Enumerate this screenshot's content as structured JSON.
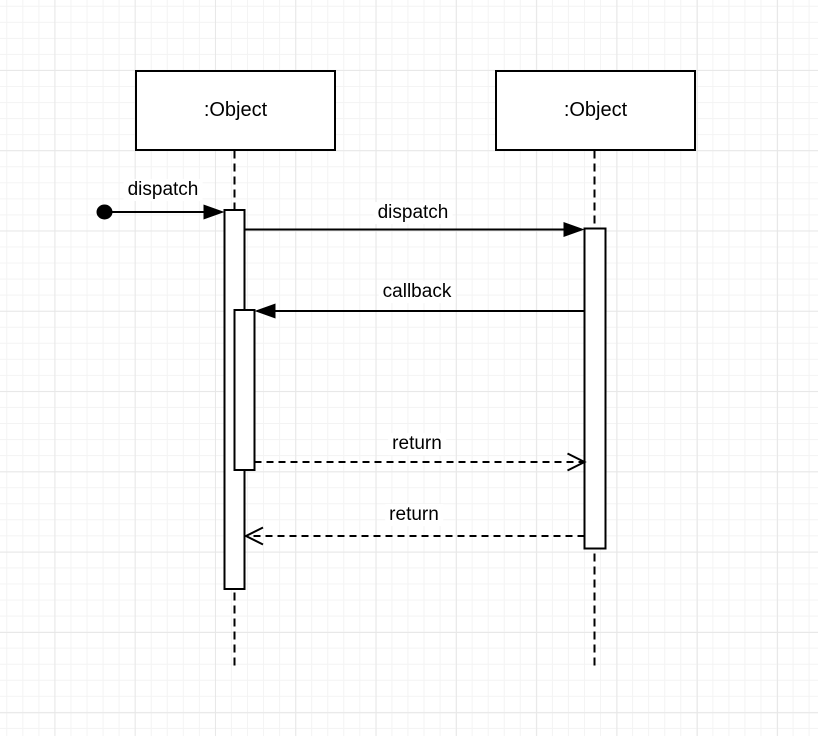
{
  "diagram": {
    "type": "uml-sequence-diagram",
    "objects": [
      {
        "label": ":Object"
      },
      {
        "label": ":Object"
      }
    ],
    "messages": [
      {
        "label": "dispatch",
        "style": "solid",
        "arrowhead": "filled",
        "direction": "right",
        "from": "found-message-start",
        "to": "object-1"
      },
      {
        "label": "dispatch",
        "style": "solid",
        "arrowhead": "filled",
        "direction": "right",
        "from": "object-1",
        "to": "object-2"
      },
      {
        "label": "callback",
        "style": "solid",
        "arrowhead": "filled",
        "direction": "left",
        "from": "object-2",
        "to": "object-1"
      },
      {
        "label": "return",
        "style": "dashed",
        "arrowhead": "open",
        "direction": "right",
        "from": "object-1",
        "to": "object-2"
      },
      {
        "label": "return",
        "style": "dashed",
        "arrowhead": "open",
        "direction": "left",
        "from": "object-2",
        "to": "object-1"
      }
    ],
    "colors": {
      "stroke": "#000000",
      "shape_fill": "#ffffff",
      "label_background": "#ffffff",
      "canvas_background": "#ffffff",
      "grid_minor": "#f3f3f3",
      "grid_major": "#e7e7e7"
    }
  }
}
